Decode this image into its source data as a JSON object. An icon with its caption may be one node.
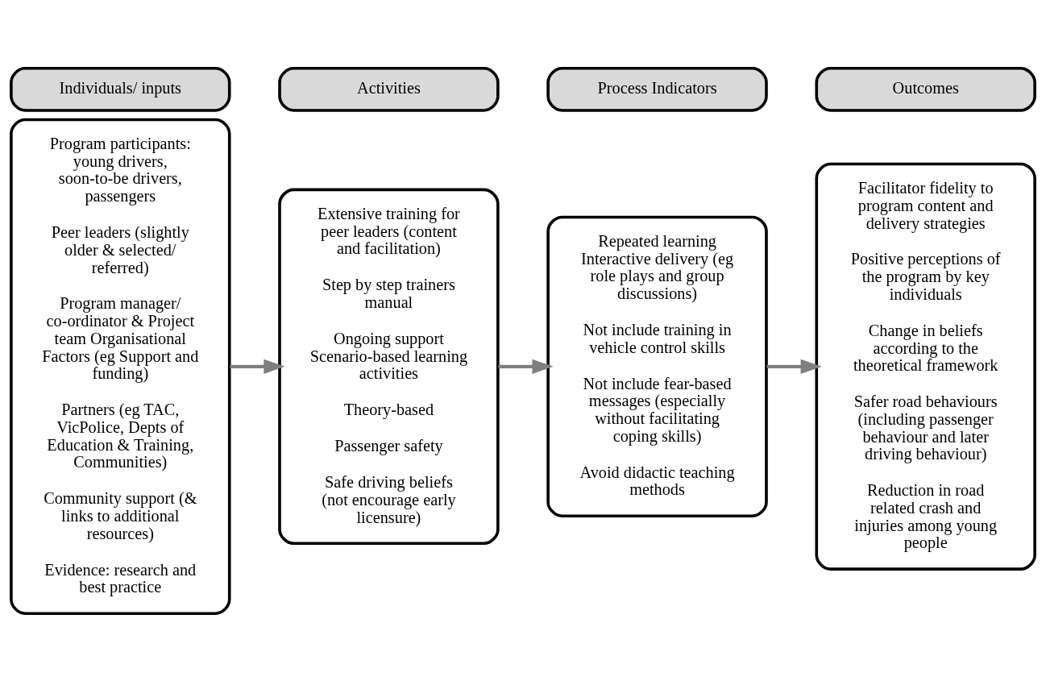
{
  "diagram": {
    "nodes": [
      {
        "text": [
          "Individuals/ inputs"
        ]
      },
      {
        "text": [
          "Program participants: young drivers, soon-to-be drivers, passengers",
          "Peer leaders (slightly older & selected/ referred)",
          "Program manager/ co-ordinator & Project team Organisational Factors (eg Support and funding)",
          "Partners (eg TAC, VicPolice, Depts of Education & Training, Communities)",
          "Community support (& links to additional resources)",
          "Evidence: research and best practice"
        ]
      },
      {
        "text": [
          "Activities"
        ]
      },
      {
        "text": [
          "Extensive training for peer leaders (content and facilitation)",
          "Step by step trainers manual",
          "Ongoing support Scenario-based learning activities",
          "Theory-based",
          "Passenger safety",
          "Safe driving beliefs (not encourage early licensure)"
        ]
      },
      {
        "text": [
          "Process Indicators"
        ]
      },
      {
        "text": [
          "Repeated learning Interactive delivery (eg role plays and group discussions)",
          "Not include training in vehicle control skills",
          "Not include fear-based messages (especially without facilitating coping skills)",
          "Avoid didactic teaching methods"
        ]
      },
      {
        "text": [
          "Outcomes"
        ]
      },
      {
        "text": [
          "Facilitator fidelity to program content and delivery strategies",
          "Positive perceptions of the program by key individuals",
          "Change in beliefs according to the theoretical framework",
          "Safer road behaviours (including passenger behaviour and later driving behaviour)",
          "Reduction in road related crash and injuries among young people"
        ]
      }
    ],
    "edges": [
      {
        "from": 1,
        "to": 3,
        "arrow": "to"
      },
      {
        "from": 3,
        "to": 5,
        "arrow": "to"
      },
      {
        "from": 5,
        "to": 7,
        "arrow": "to"
      }
    ]
  }
}
